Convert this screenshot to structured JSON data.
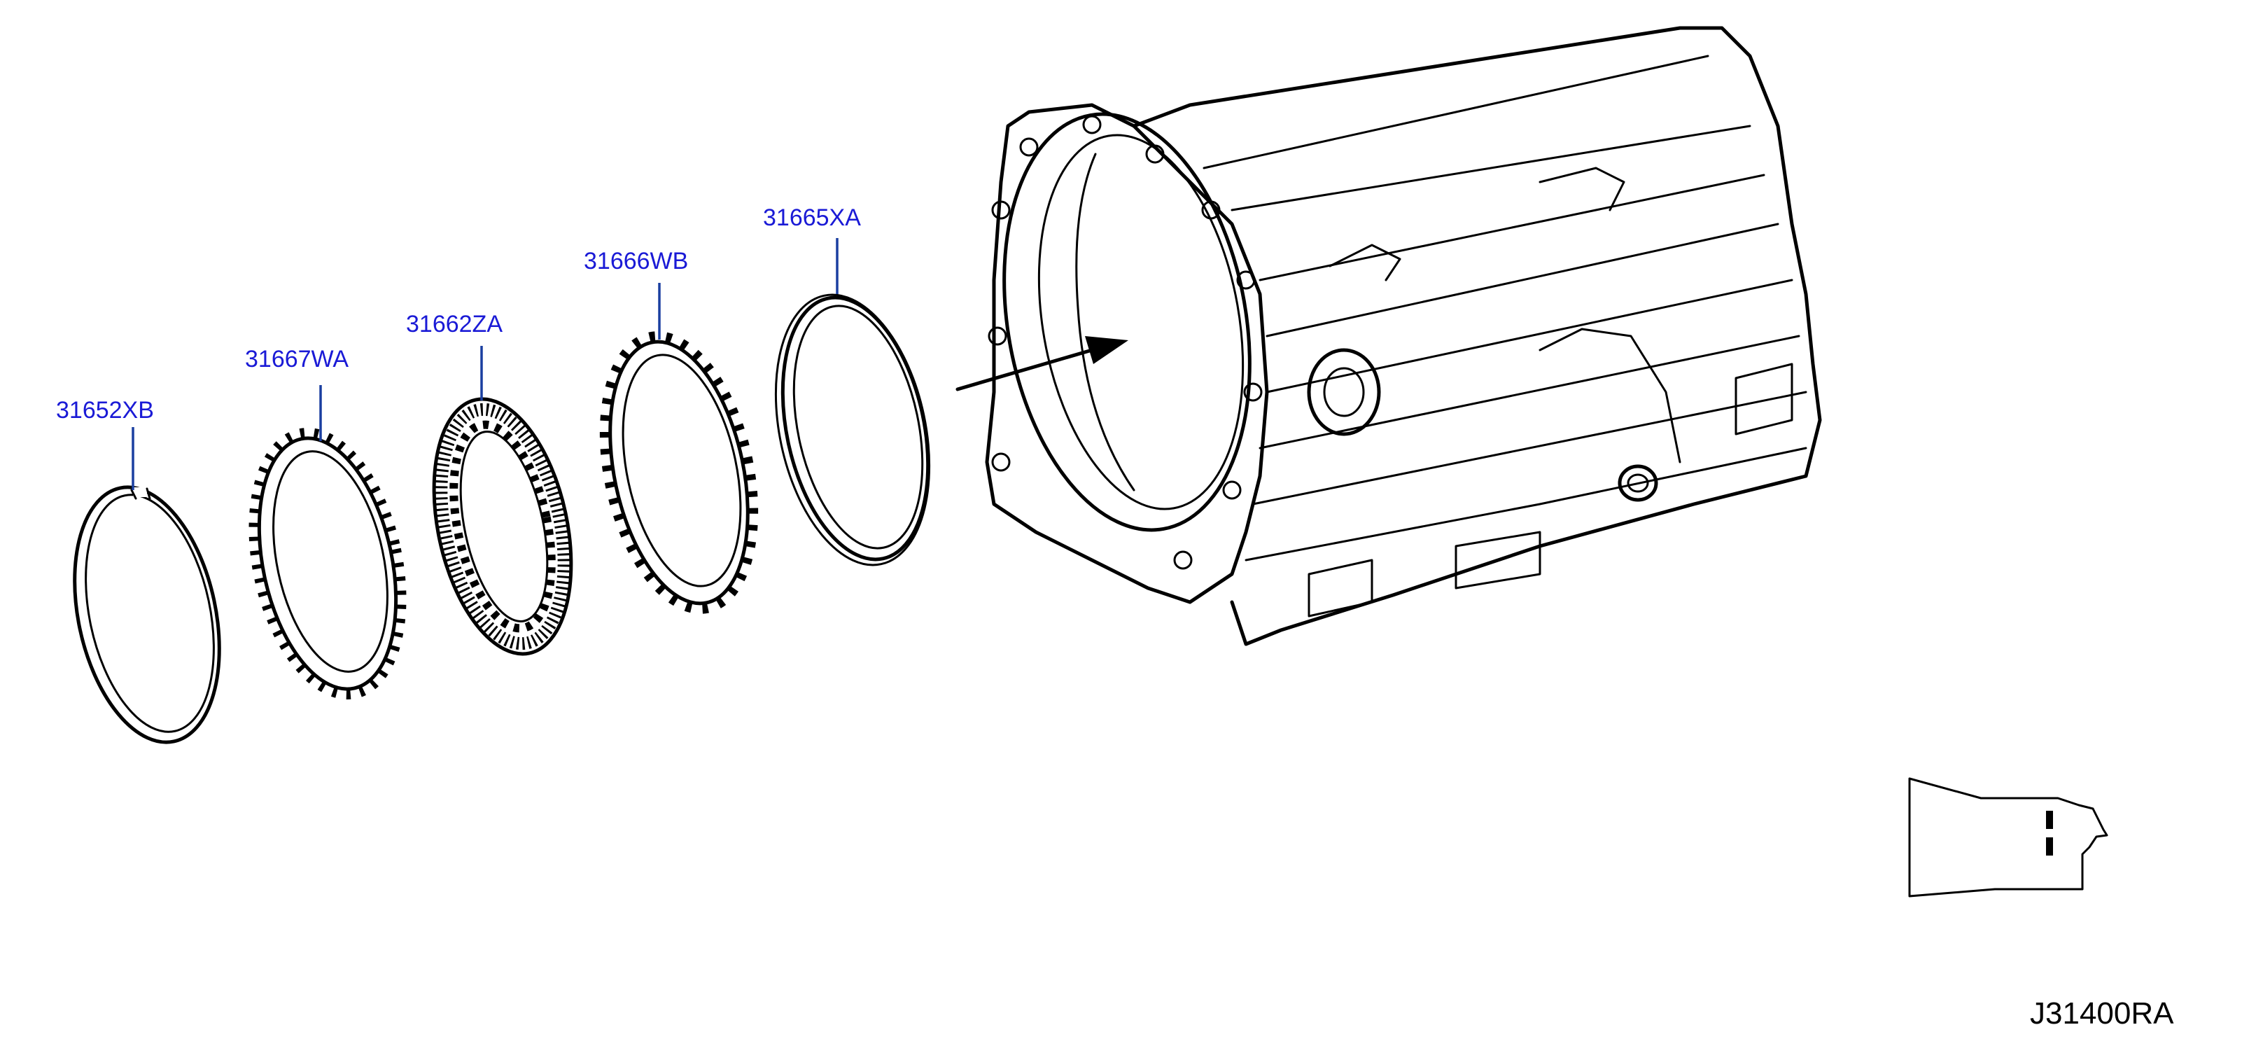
{
  "parts": [
    {
      "id": "31652XB"
    },
    {
      "id": "31667WA"
    },
    {
      "id": "31662ZA"
    },
    {
      "id": "31666WB"
    },
    {
      "id": "31665XA"
    }
  ],
  "diagram_code": "J31400RA",
  "colors": {
    "label": "#1a1ad6",
    "leader": "#1a3fa0",
    "line": "#000000"
  }
}
